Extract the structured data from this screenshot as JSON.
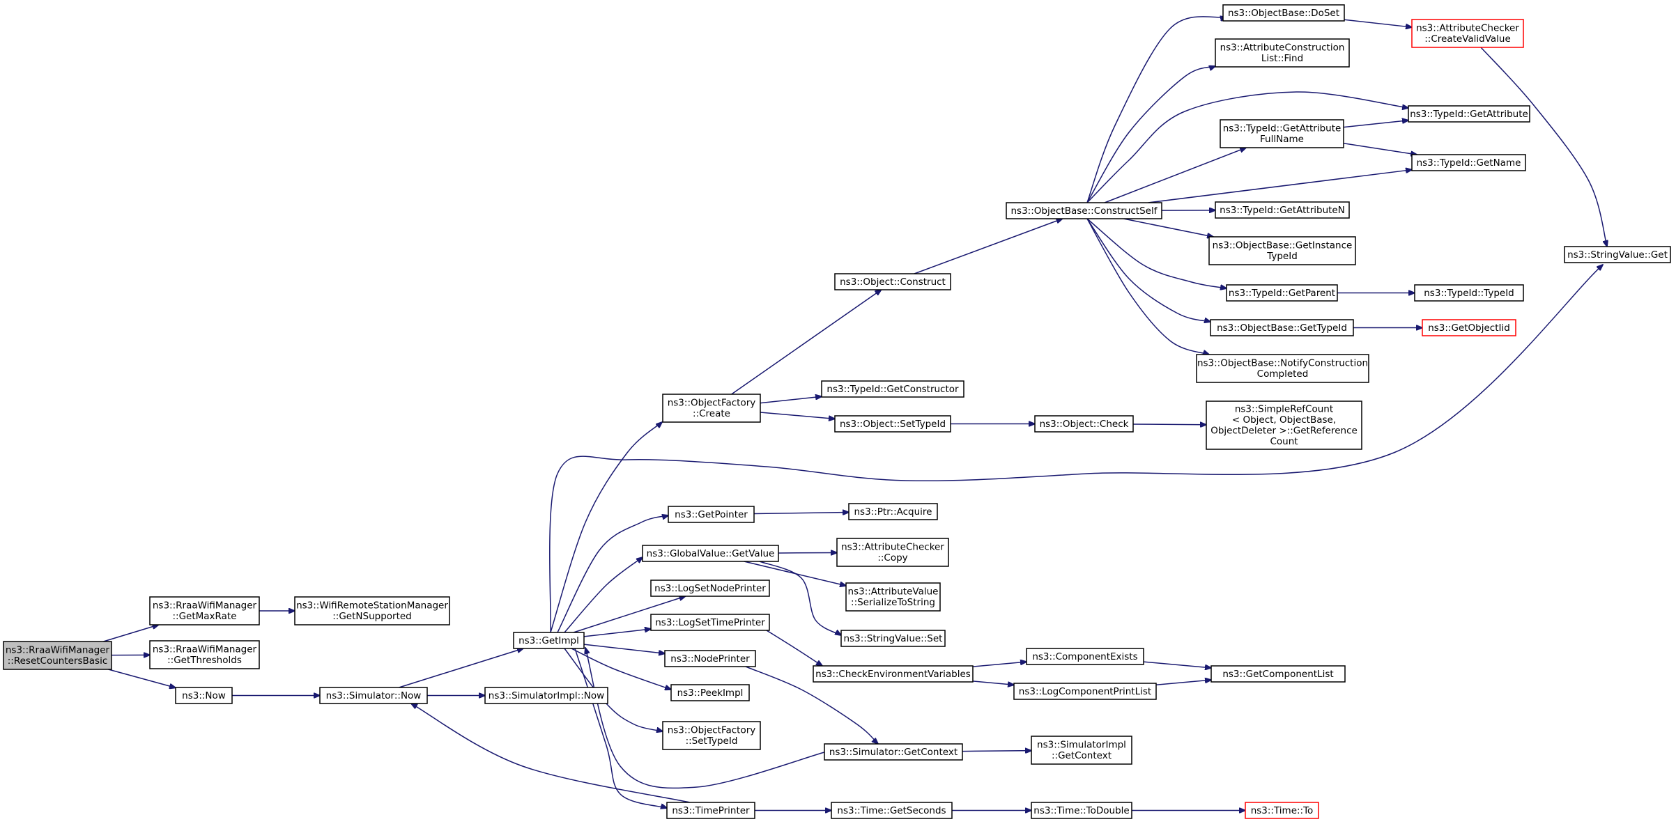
{
  "nodes": [
    {
      "id": "reset",
      "lines": [
        "ns3::RraaWifiManager",
        "::ResetCountersBasic"
      ],
      "style": "root"
    },
    {
      "id": "getmaxrate",
      "lines": [
        "ns3::RraaWifiManager",
        "::GetMaxRate"
      ]
    },
    {
      "id": "getnsupported",
      "lines": [
        "ns3::WifiRemoteStationManager",
        "::GetNSupported"
      ]
    },
    {
      "id": "getthresholds",
      "lines": [
        "ns3::RraaWifiManager",
        "::GetThresholds"
      ]
    },
    {
      "id": "now",
      "lines": [
        "ns3::Now"
      ]
    },
    {
      "id": "simnow",
      "lines": [
        "ns3::Simulator::Now"
      ]
    },
    {
      "id": "simimplnow",
      "lines": [
        "ns3::SimulatorImpl::Now"
      ]
    },
    {
      "id": "getimpl",
      "lines": [
        "ns3::GetImpl"
      ]
    },
    {
      "id": "ofcreate",
      "lines": [
        "ns3::ObjectFactory",
        "::Create"
      ]
    },
    {
      "id": "objconstruct",
      "lines": [
        "ns3::Object::Construct"
      ]
    },
    {
      "id": "constructself",
      "lines": [
        "ns3::ObjectBase::ConstructSelf"
      ]
    },
    {
      "id": "doset",
      "lines": [
        "ns3::ObjectBase::DoSet"
      ]
    },
    {
      "id": "createvalid",
      "lines": [
        "ns3::AttributeChecker",
        "::CreateValidValue"
      ],
      "style": "red"
    },
    {
      "id": "aclfind",
      "lines": [
        "ns3::AttributeConstruction",
        "List::Find"
      ]
    },
    {
      "id": "getattribute",
      "lines": [
        "ns3::TypeId::GetAttribute"
      ]
    },
    {
      "id": "getattrfullname",
      "lines": [
        "ns3::TypeId::GetAttribute",
        "FullName"
      ]
    },
    {
      "id": "getname",
      "lines": [
        "ns3::TypeId::GetName"
      ]
    },
    {
      "id": "getattrn",
      "lines": [
        "ns3::TypeId::GetAttributeN"
      ]
    },
    {
      "id": "getinstancetypeid",
      "lines": [
        "ns3::ObjectBase::GetInstance",
        "TypeId"
      ]
    },
    {
      "id": "getparent",
      "lines": [
        "ns3::TypeId::GetParent"
      ]
    },
    {
      "id": "typeidtypeid",
      "lines": [
        "ns3::TypeId::TypeId"
      ]
    },
    {
      "id": "getobjtypeid",
      "lines": [
        "ns3::ObjectBase::GetTypeId"
      ]
    },
    {
      "id": "getobjectiid",
      "lines": [
        "ns3::GetObjectIid"
      ],
      "style": "red"
    },
    {
      "id": "notifyconstruction",
      "lines": [
        "ns3::ObjectBase::NotifyConstruction",
        "Completed"
      ]
    },
    {
      "id": "stringvalueget",
      "lines": [
        "ns3::StringValue::Get"
      ]
    },
    {
      "id": "getconstructor",
      "lines": [
        "ns3::TypeId::GetConstructor"
      ]
    },
    {
      "id": "objsettypeid",
      "lines": [
        "ns3::Object::SetTypeId"
      ]
    },
    {
      "id": "objcheck",
      "lines": [
        "ns3::Object::Check"
      ]
    },
    {
      "id": "getrefcount",
      "lines": [
        "ns3::SimpleRefCount",
        "< Object, ObjectBase,",
        "ObjectDeleter >::GetReference",
        "Count"
      ]
    },
    {
      "id": "getpointer",
      "lines": [
        "ns3::GetPointer"
      ]
    },
    {
      "id": "ptracquire",
      "lines": [
        "ns3::Ptr::Acquire"
      ]
    },
    {
      "id": "gvgetvalue",
      "lines": [
        "ns3::GlobalValue::GetValue"
      ]
    },
    {
      "id": "accopy",
      "lines": [
        "ns3::AttributeChecker",
        "::Copy"
      ]
    },
    {
      "id": "serializetostring",
      "lines": [
        "ns3::AttributeValue",
        "::SerializeToString"
      ]
    },
    {
      "id": "stringvalueset",
      "lines": [
        "ns3::StringValue::Set"
      ]
    },
    {
      "id": "logsetnodeprinter",
      "lines": [
        "ns3::LogSetNodePrinter"
      ]
    },
    {
      "id": "logsettimeprinter",
      "lines": [
        "ns3::LogSetTimePrinter"
      ]
    },
    {
      "id": "checkenv",
      "lines": [
        "ns3::CheckEnvironmentVariables"
      ]
    },
    {
      "id": "componentexists",
      "lines": [
        "ns3::ComponentExists"
      ]
    },
    {
      "id": "logcomponentprintlist",
      "lines": [
        "ns3::LogComponentPrintList"
      ]
    },
    {
      "id": "getcomponentlist",
      "lines": [
        "ns3::GetComponentList"
      ]
    },
    {
      "id": "nodeprinter",
      "lines": [
        "ns3::NodePrinter"
      ]
    },
    {
      "id": "peekimpl",
      "lines": [
        "ns3::PeekImpl"
      ]
    },
    {
      "id": "ofsettypeid",
      "lines": [
        "ns3::ObjectFactory",
        "::SetTypeId"
      ]
    },
    {
      "id": "simgetcontext",
      "lines": [
        "ns3::Simulator::GetContext"
      ]
    },
    {
      "id": "simimplgetcontext",
      "lines": [
        "ns3::SimulatorImpl",
        "::GetContext"
      ]
    },
    {
      "id": "timeprinter",
      "lines": [
        "ns3::TimePrinter"
      ]
    },
    {
      "id": "timegetseconds",
      "lines": [
        "ns3::Time::GetSeconds"
      ]
    },
    {
      "id": "timetodouble",
      "lines": [
        "ns3::Time::ToDouble"
      ]
    },
    {
      "id": "timeto",
      "lines": [
        "ns3::Time::To"
      ],
      "style": "red"
    }
  ],
  "edges": [
    [
      "reset",
      "getmaxrate"
    ],
    [
      "reset",
      "getthresholds"
    ],
    [
      "reset",
      "now"
    ],
    [
      "getmaxrate",
      "getnsupported"
    ],
    [
      "now",
      "simnow"
    ],
    [
      "simnow",
      "getimpl"
    ],
    [
      "simnow",
      "simimplnow"
    ],
    [
      "getimpl",
      "ofcreate"
    ],
    [
      "getimpl",
      "stringvalueget"
    ],
    [
      "getimpl",
      "getpointer"
    ],
    [
      "getimpl",
      "gvgetvalue"
    ],
    [
      "getimpl",
      "logsetnodeprinter"
    ],
    [
      "getimpl",
      "logsettimeprinter"
    ],
    [
      "getimpl",
      "nodeprinter"
    ],
    [
      "getimpl",
      "peekimpl"
    ],
    [
      "getimpl",
      "ofsettypeid"
    ],
    [
      "getimpl",
      "timeprinter"
    ],
    [
      "ofcreate",
      "objconstruct"
    ],
    [
      "ofcreate",
      "getconstructor"
    ],
    [
      "ofcreate",
      "objsettypeid"
    ],
    [
      "objconstruct",
      "constructself"
    ],
    [
      "constructself",
      "doset"
    ],
    [
      "constructself",
      "aclfind"
    ],
    [
      "constructself",
      "getattribute"
    ],
    [
      "constructself",
      "getattrfullname"
    ],
    [
      "constructself",
      "getname"
    ],
    [
      "constructself",
      "getattrn"
    ],
    [
      "constructself",
      "getinstancetypeid"
    ],
    [
      "constructself",
      "getparent"
    ],
    [
      "constructself",
      "getobjtypeid"
    ],
    [
      "constructself",
      "notifyconstruction"
    ],
    [
      "doset",
      "createvalid"
    ],
    [
      "createvalid",
      "stringvalueget"
    ],
    [
      "getattrfullname",
      "getattribute"
    ],
    [
      "getattrfullname",
      "getname"
    ],
    [
      "getparent",
      "typeidtypeid"
    ],
    [
      "getobjtypeid",
      "getobjectiid"
    ],
    [
      "objsettypeid",
      "objcheck"
    ],
    [
      "objcheck",
      "getrefcount"
    ],
    [
      "getpointer",
      "ptracquire"
    ],
    [
      "gvgetvalue",
      "accopy"
    ],
    [
      "gvgetvalue",
      "serializetostring"
    ],
    [
      "gvgetvalue",
      "stringvalueset"
    ],
    [
      "logsettimeprinter",
      "checkenv"
    ],
    [
      "checkenv",
      "componentexists"
    ],
    [
      "checkenv",
      "logcomponentprintlist"
    ],
    [
      "componentexists",
      "getcomponentlist"
    ],
    [
      "logcomponentprintlist",
      "getcomponentlist"
    ],
    [
      "nodeprinter",
      "simgetcontext"
    ],
    [
      "simgetcontext",
      "getimpl"
    ],
    [
      "simgetcontext",
      "simimplgetcontext"
    ],
    [
      "timeprinter",
      "simnow"
    ],
    [
      "timeprinter",
      "timegetseconds"
    ],
    [
      "timegetseconds",
      "timetodouble"
    ],
    [
      "timetodouble",
      "timeto"
    ]
  ]
}
